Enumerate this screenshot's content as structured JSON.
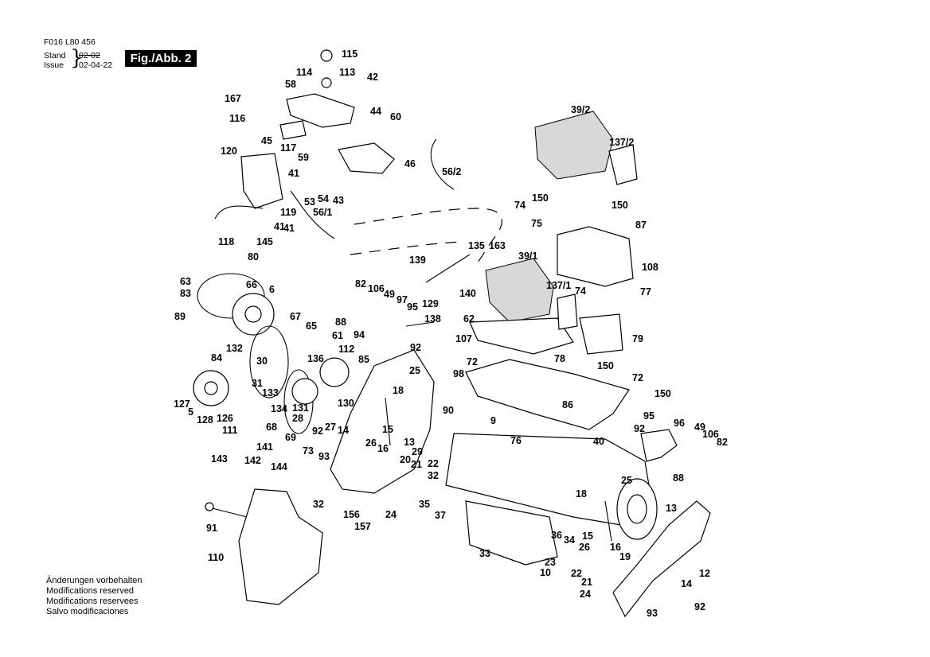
{
  "header": {
    "doc_number": "F016 L80 456",
    "stand_label": "Stand",
    "issue_label": "Issue",
    "stand_value": "02-02",
    "issue_value": "02-04-22",
    "figure_label": "Fig./Abb. 2"
  },
  "notes": [
    "Änderungen vorbehalten",
    "Modifications reserved",
    "Modifications reservees",
    "Salvo modificaciones"
  ],
  "part_labels": [
    "115",
    "113",
    "114",
    "42",
    "58",
    "167",
    "44",
    "60",
    "116",
    "45",
    "117",
    "59",
    "46",
    "120",
    "41",
    "54",
    "43",
    "53",
    "56/1",
    "119",
    "41",
    "118",
    "145",
    "41",
    "56/2",
    "39/2",
    "137/2",
    "150",
    "74",
    "75",
    "87",
    "150",
    "135",
    "163",
    "39/1",
    "139",
    "108",
    "137/1",
    "74",
    "77",
    "80",
    "63",
    "66",
    "6",
    "83",
    "82",
    "106",
    "49",
    "97",
    "95",
    "129",
    "140",
    "62",
    "138",
    "89",
    "67",
    "88",
    "65",
    "94",
    "92",
    "61",
    "132",
    "30",
    "136",
    "112",
    "85",
    "107",
    "72",
    "78",
    "79",
    "150",
    "72",
    "84",
    "25",
    "98",
    "31",
    "133",
    "18",
    "127",
    "5",
    "128",
    "126",
    "131",
    "134",
    "28",
    "130",
    "111",
    "68",
    "92",
    "27",
    "14",
    "86",
    "95",
    "150",
    "69",
    "15",
    "90",
    "9",
    "76",
    "143",
    "142",
    "141",
    "73",
    "93",
    "26",
    "16",
    "13",
    "29",
    "40",
    "96",
    "49",
    "106",
    "82",
    "92",
    "88",
    "144",
    "20",
    "21",
    "22",
    "32",
    "25",
    "18",
    "32",
    "156",
    "157",
    "24",
    "35",
    "37",
    "13",
    "91",
    "15",
    "36",
    "34",
    "26",
    "16",
    "19",
    "33",
    "110",
    "23",
    "22",
    "10",
    "21",
    "12",
    "24",
    "14",
    "93",
    "92"
  ]
}
